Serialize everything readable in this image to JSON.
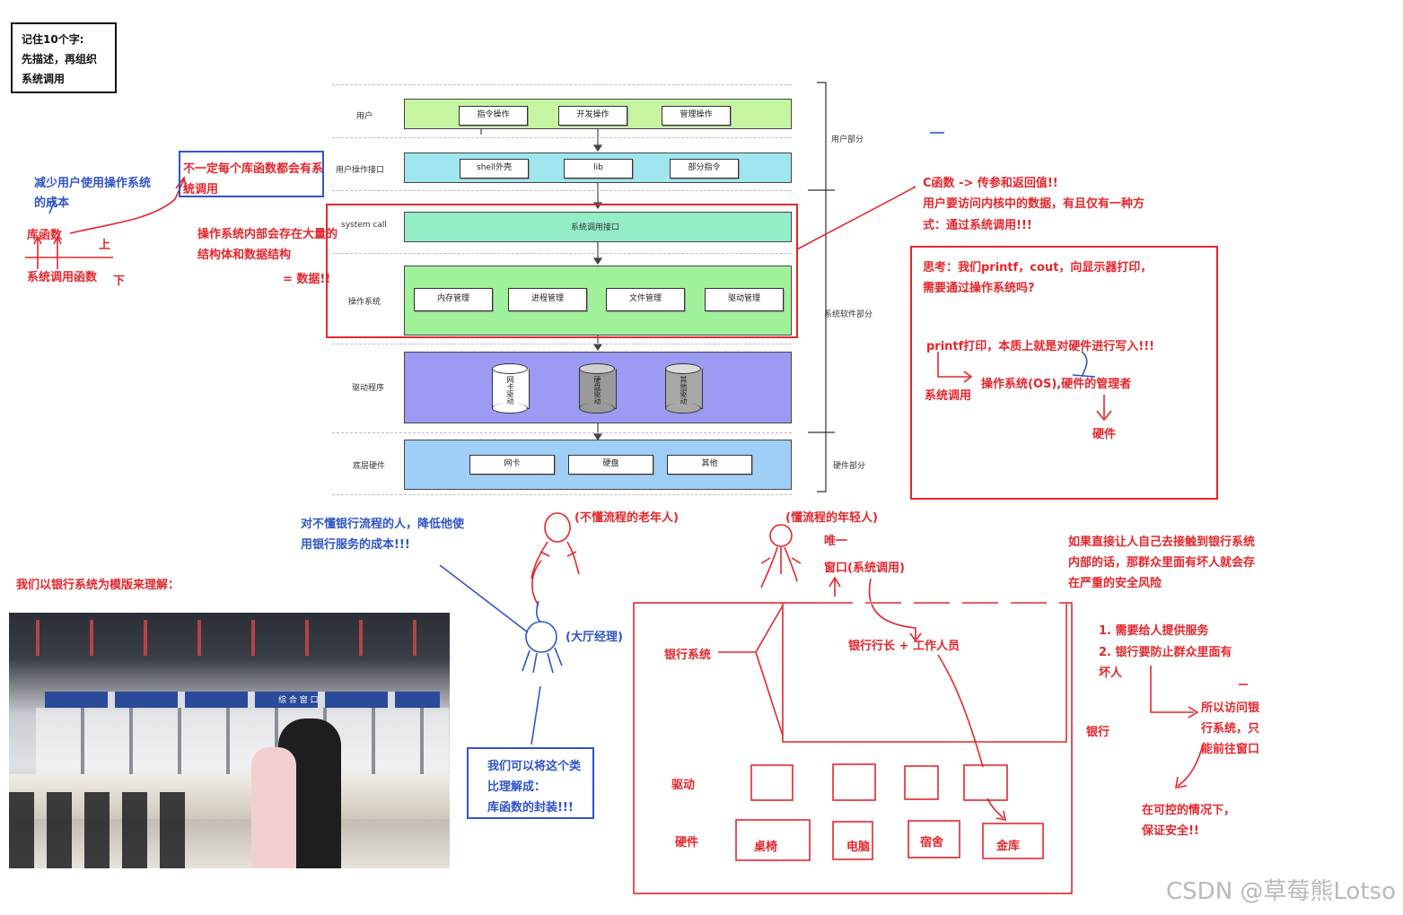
{
  "memo": {
    "line1": "记住10个字:",
    "line2": "先描述，再组织",
    "line3": "系统调用"
  },
  "layers": {
    "user": {
      "label": "用户",
      "items": [
        "指令操作",
        "开发操作",
        "管理操作"
      ]
    },
    "user_if": {
      "label": "用户操作接口",
      "items": [
        "shell外壳",
        "lib",
        "部分指令"
      ]
    },
    "syscall": {
      "label": "system call",
      "item": "系统调用接口"
    },
    "os": {
      "label": "操作系统",
      "items": [
        "内存管理",
        "进程管理",
        "文件管理",
        "驱动管理"
      ]
    },
    "driver": {
      "label": "驱动程序",
      "items": [
        "网卡驱动",
        "硬盘驱动",
        "其他驱动"
      ]
    },
    "hw": {
      "label": "底层硬件",
      "items": [
        "网卡",
        "硬盘",
        "其他"
      ]
    }
  },
  "side_labels": {
    "user_part": "用户部分",
    "system_part": "系统软件部分",
    "hw_part": "硬件部分"
  },
  "left_notes": {
    "reduce_cost": "减少用户使用操作系统的成本",
    "lib_func": "库函数",
    "up": "上",
    "syscall_func": "系统调用函数",
    "down": "下",
    "not_every": "不一定每个库函数都会有系统调用",
    "os_struct": "操作系统内部会存在大量的结构体和数据结构",
    "eq_data": "= 数据!!"
  },
  "right_notes": {
    "c_func": "C函数 -> 传参和返回值!!",
    "kernel_line2": "用户要访问内核中的数据，有且仅有一种方",
    "kernel_line3": "式：通过系统调用!!!",
    "think1": "思考：我们printf，cout，向显示器打印，",
    "think2": "需要通过操作系统吗?",
    "printf": "printf打印，本质上就是对硬件进行写入!!!",
    "os_manager": "操作系统(OS),硬件的管理者",
    "syscall": "系统调用",
    "hardware": "硬件"
  },
  "bank": {
    "intro": "我们以银行系统为模版来理解：",
    "reduce1": "对不懂银行流程的人，降低他使",
    "reduce2": "用银行服务的成本!!!",
    "old": "(不懂流程的老年人)",
    "young": "(懂流程的年轻人)",
    "manager": "(大厅经理)",
    "analogy1": "我们可以将这个类",
    "analogy2": "比理解成：",
    "analogy3": "库函数的封装!!!",
    "only": "唯一",
    "window": "窗口(系统调用)",
    "bank_system": "银行系统",
    "staff": "银行行长 + 工作人员",
    "driver": "驱动",
    "hardware": "硬件",
    "hw_items": [
      "桌椅",
      "电脑",
      "宿舍",
      "金库"
    ],
    "bank": "银行",
    "risk1": "如果直接让人自己去接触到银行系统",
    "risk2": "内部的话，那群众里面有坏人就会存",
    "risk3": "在严重的安全风险",
    "need1": "1. 需要给人提供服务",
    "need2": "2. 银行要防止群众里面有",
    "need3": "坏人",
    "so1": "所以访问银",
    "so2": "行系统，只",
    "so3": "能前往窗口",
    "safe1": "在可控的情况下，",
    "safe2": "保证安全!!",
    "photo_sign": "综 合 窗 口"
  },
  "watermark": "CSDN @草莓熊Lotso",
  "colors": {
    "red": "#e5262c",
    "blue": "#2f55c9"
  }
}
